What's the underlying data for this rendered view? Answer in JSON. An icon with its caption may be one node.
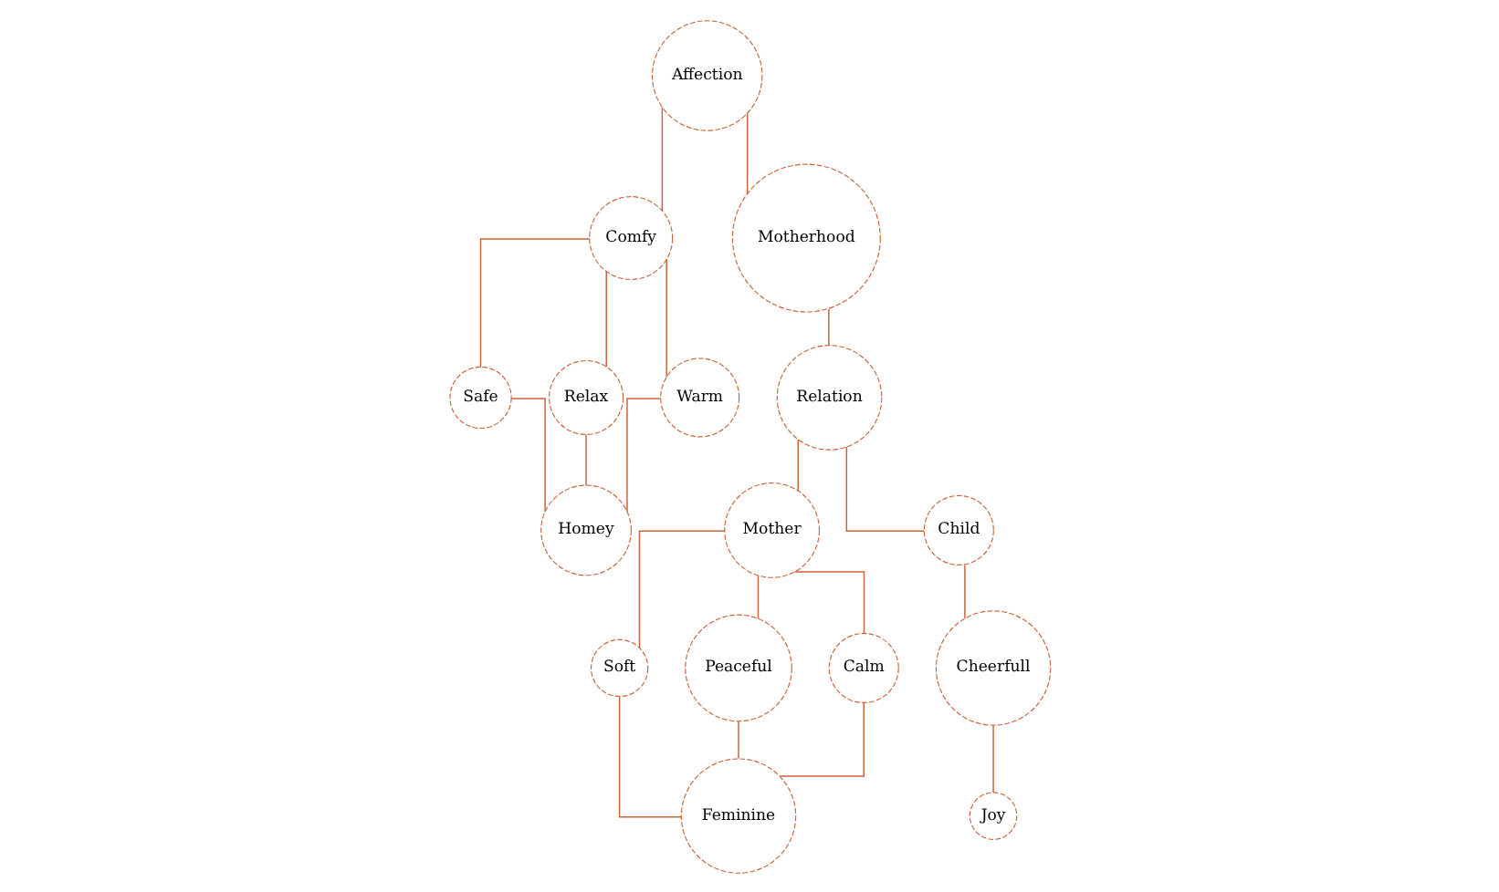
{
  "diagram": {
    "nodes": [
      {
        "text": [
          "Affection"
        ]
      },
      {
        "text": [
          "Comfy"
        ]
      },
      {
        "text": [
          "Motherhood"
        ]
      },
      {
        "text": [
          "Safe"
        ]
      },
      {
        "text": [
          "Relax"
        ]
      },
      {
        "text": [
          "Warm"
        ]
      },
      {
        "text": [
          "Homey"
        ]
      },
      {
        "text": [
          "Relation"
        ]
      },
      {
        "text": [
          "Mother"
        ]
      },
      {
        "text": [
          "Child"
        ]
      },
      {
        "text": [
          "Soft"
        ]
      },
      {
        "text": [
          "Peaceful"
        ]
      },
      {
        "text": [
          "Calm"
        ]
      },
      {
        "text": [
          "Feminine"
        ]
      },
      {
        "text": [
          "Cheerfull"
        ]
      },
      {
        "text": [
          "Joy"
        ]
      }
    ],
    "edges": [
      {
        "from": 0,
        "to": 1,
        "arrow": "none"
      },
      {
        "from": 0,
        "to": 2,
        "arrow": "none"
      },
      {
        "from": 1,
        "to": 3,
        "arrow": "none"
      },
      {
        "from": 1,
        "to": 4,
        "arrow": "none"
      },
      {
        "from": 1,
        "to": 5,
        "arrow": "none"
      },
      {
        "from": 3,
        "to": 6,
        "arrow": "none"
      },
      {
        "from": 4,
        "to": 6,
        "arrow": "none"
      },
      {
        "from": 5,
        "to": 6,
        "arrow": "none"
      },
      {
        "from": 2,
        "to": 7,
        "arrow": "none"
      },
      {
        "from": 7,
        "to": 8,
        "arrow": "none"
      },
      {
        "from": 7,
        "to": 9,
        "arrow": "none"
      },
      {
        "from": 8,
        "to": 10,
        "arrow": "none"
      },
      {
        "from": 8,
        "to": 11,
        "arrow": "none"
      },
      {
        "from": 8,
        "to": 12,
        "arrow": "none"
      },
      {
        "from": 10,
        "to": 13,
        "arrow": "none"
      },
      {
        "from": 11,
        "to": 13,
        "arrow": "none"
      },
      {
        "from": 12,
        "to": 13,
        "arrow": "none"
      },
      {
        "from": 9,
        "to": 14,
        "arrow": "none"
      },
      {
        "from": 14,
        "to": 15,
        "arrow": "none"
      }
    ]
  }
}
